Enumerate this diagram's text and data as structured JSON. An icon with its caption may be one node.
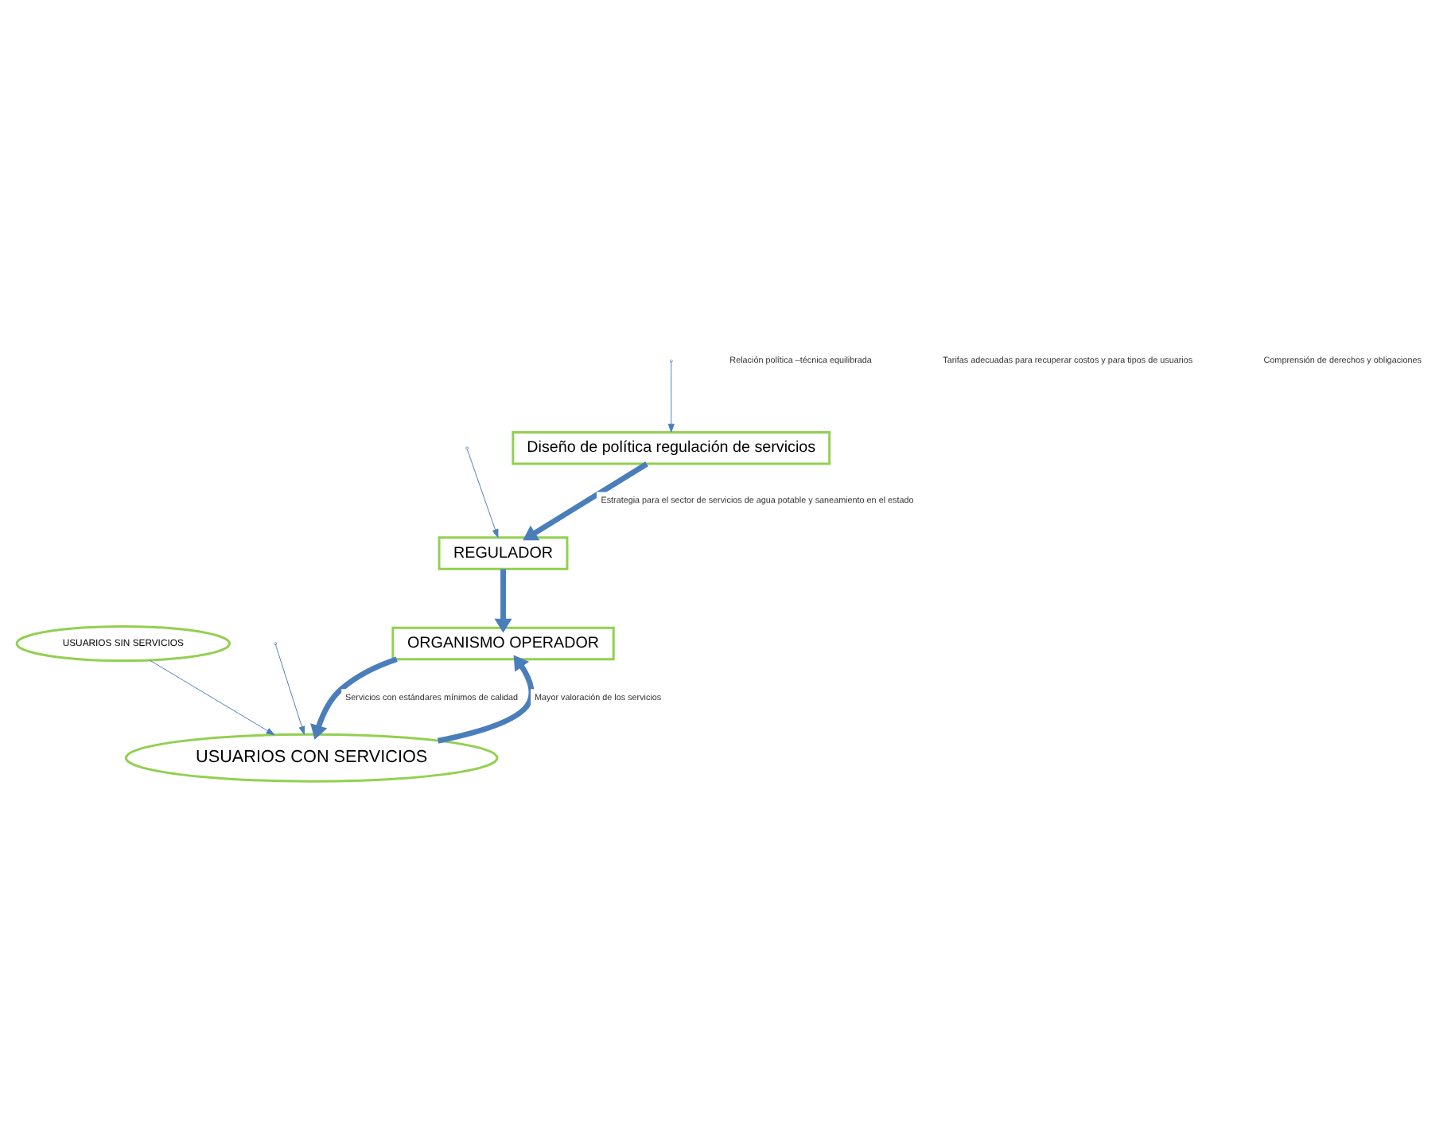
{
  "diagram": {
    "nodes": [
      {
        "text": [
          "Diseño de política regulación de servicios"
        ]
      },
      {
        "text": [
          "REGULADOR"
        ]
      },
      {
        "text": [
          "ORGANISMO OPERADOR"
        ]
      },
      {
        "text": [
          "USUARIOS CON SERVICIOS"
        ]
      },
      {
        "text": [
          "USUARIOS SIN SERVICIOS"
        ]
      }
    ],
    "edges": [
      {
        "from": 0,
        "to": 1,
        "arrow": "to",
        "style": "thick",
        "label": "Estrategia para el sector de servicios de agua potable y saneamiento en el estado"
      },
      {
        "from": 1,
        "to": 2,
        "arrow": "to",
        "style": "thick"
      },
      {
        "from": 2,
        "to": 3,
        "arrow": "to",
        "style": "thick",
        "label": "Servicios con estándares mínimos de calidad"
      },
      {
        "from": 3,
        "to": 2,
        "arrow": "to",
        "style": "thick",
        "label": "Mayor valoración de los servicios"
      },
      {
        "from": null,
        "to": 0,
        "arrow": "to"
      },
      {
        "from": null,
        "to": 1,
        "arrow": "to"
      },
      {
        "from": null,
        "to": 3,
        "arrow": "to"
      },
      {
        "from": 4,
        "to": 3,
        "arrow": "to"
      }
    ],
    "labels": [
      "Relación política –técnica equilibrada",
      "Tarifas adecuadas para recuperar costos y para tipos de usuarios",
      "Comprensión de derechos y obligaciones"
    ]
  }
}
